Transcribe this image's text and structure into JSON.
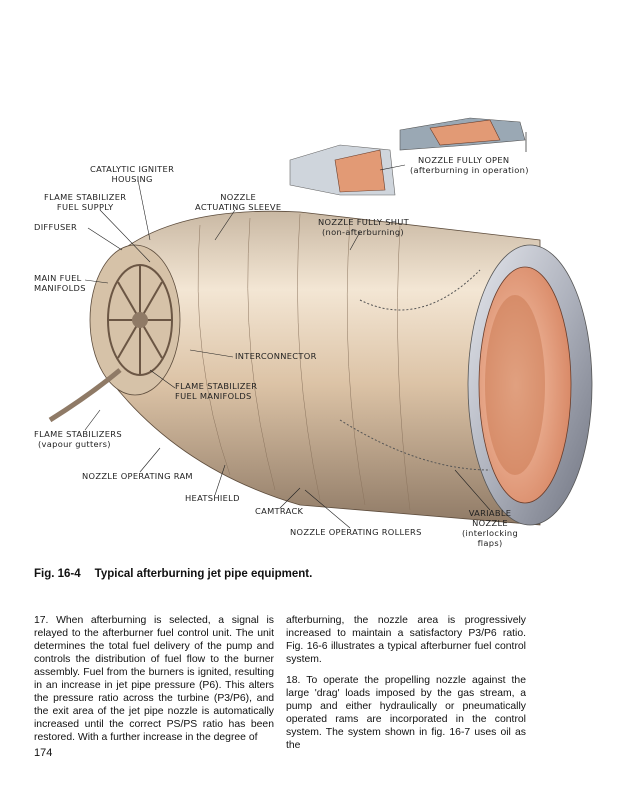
{
  "figure": {
    "labels": {
      "catalytic_igniter": [
        "CATALYTIC IGNITER",
        "HOUSING"
      ],
      "flame_stabilizer_fuel_supply": [
        "FLAME STABILIZER",
        "FUEL SUPPLY"
      ],
      "nozzle_actuating_sleeve": [
        "NOZZLE",
        "ACTUATING SLEEVE"
      ],
      "diffuser": "DIFFUSER",
      "main_fuel_manifolds": [
        "MAIN FUEL",
        "MANIFOLDS"
      ],
      "nozzle_fully_open": [
        "NOZZLE FULLY OPEN",
        "(afterburning in operation)"
      ],
      "nozzle_fully_shut": [
        "NOZZLE FULLY SHUT",
        "(non-afterburning)"
      ],
      "interconnector": "INTERCONNECTOR",
      "flame_stabilizer_fuel_manifolds": [
        "FLAME STABILIZER",
        "FUEL MANIFOLDS"
      ],
      "flame_stabilizers": [
        "FLAME STABILIZERS",
        "(vapour gutters)"
      ],
      "nozzle_operating_ram": "NOZZLE OPERATING RAM",
      "heatshield": "HEATSHIELD",
      "camtrack": "CAMTRACK",
      "nozzle_operating_rollers": "NOZZLE OPERATING ROLLERS",
      "variable_nozzle": [
        "VARIABLE",
        "NOZZLE",
        "(interlocking",
        "flaps)"
      ]
    },
    "caption_number": "Fig. 16-4",
    "caption_text": "Typical afterburning jet pipe equipment."
  },
  "body": {
    "left": "17. When afterburning is selected, a signal is relayed to the afterburner fuel control unit. The unit determines the total fuel delivery of the pump and controls the distribution of fuel flow to the burner assembly. Fuel from the burners is ignited, resulting in an increase in jet pipe pressure (P6). This alters the pressure ratio across the turbine (P3/P6), and the exit area of the jet pipe nozzle is automatically increased until the correct PS/PS ratio has been restored. With a further increase in the degree of",
    "right_p1": "afterburning, the nozzle area is progressively increased to maintain a satisfactory P3/P6 ratio. Fig. 16-6 illustrates a typical afterburner fuel control system.",
    "right_p2": "18. To operate the propelling nozzle against the large 'drag' loads imposed by the gas stream, a pump and either hydraulically or pneumatically operated rams are incorporated in the control system. The system shown in fig. 16-7 uses oil as the"
  },
  "page_number": "174"
}
